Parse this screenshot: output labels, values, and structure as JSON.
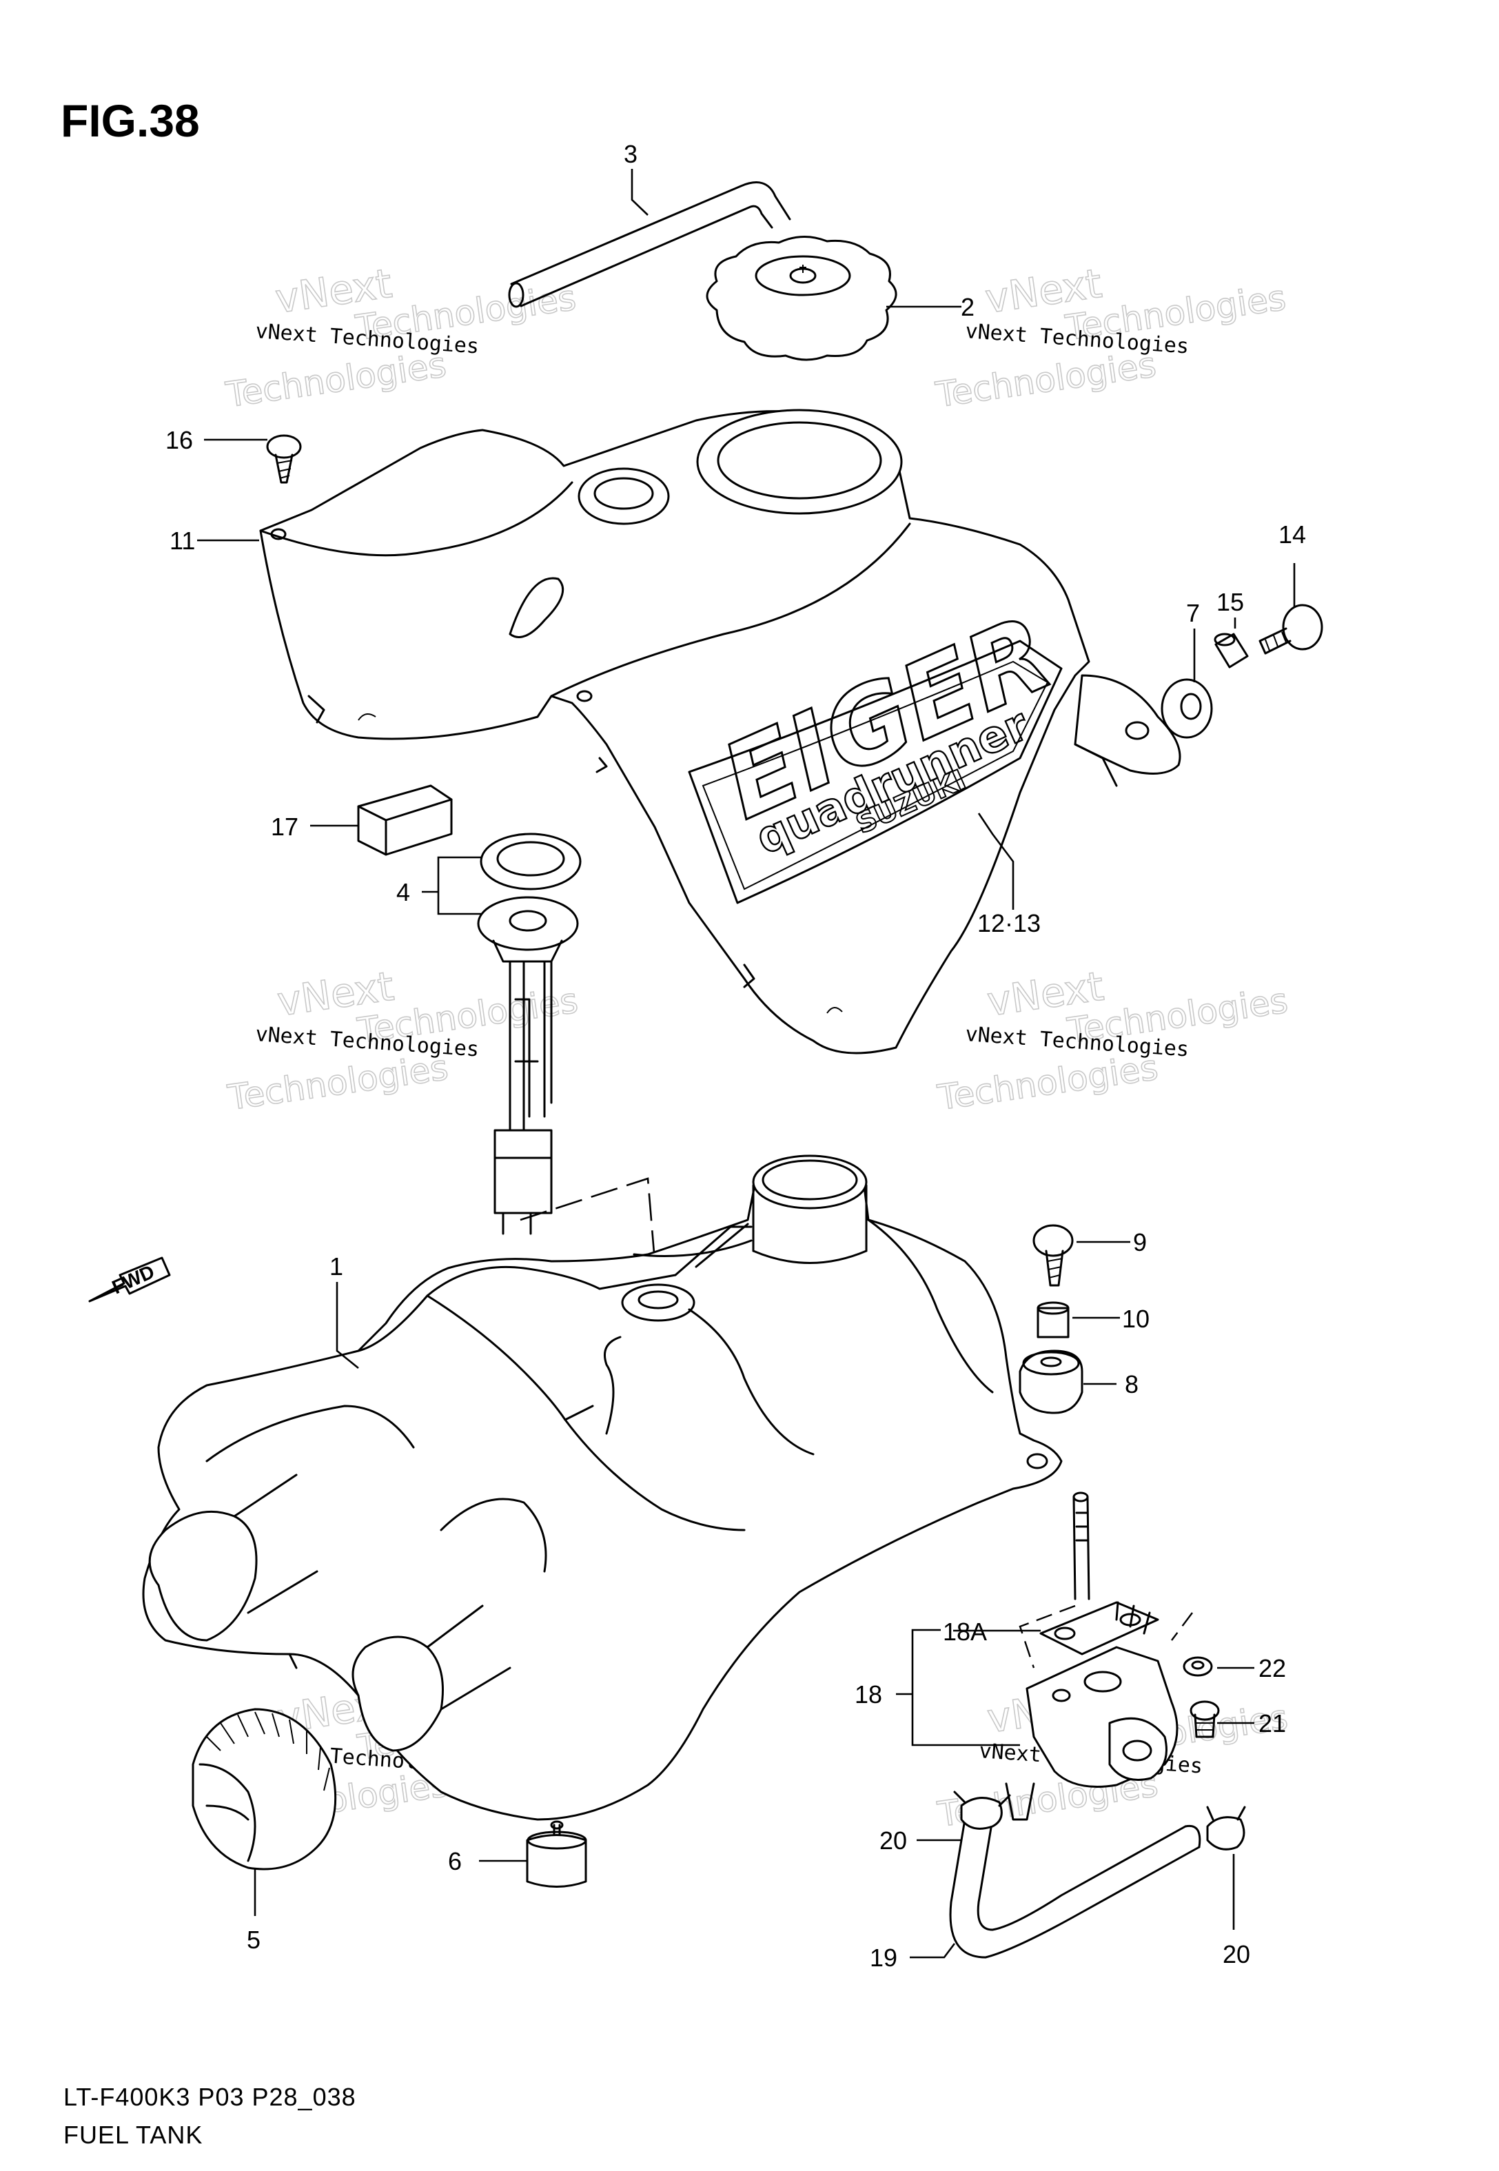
{
  "figure": {
    "title": "FIG.38",
    "code": "LT-F400K3 P03 P28_038",
    "name": "FUEL TANK"
  },
  "watermark": {
    "brand": "vNext",
    "company": "vNext Technologies",
    "word": "Technologies"
  },
  "fwd_label": "FWD",
  "tank_cover_logo": {
    "model": "EIGER",
    "series": "quadrunner",
    "brand": "SUZUKI"
  },
  "callouts": [
    {
      "id": "1",
      "text": "1"
    },
    {
      "id": "2",
      "text": "2"
    },
    {
      "id": "3",
      "text": "3"
    },
    {
      "id": "4",
      "text": "4"
    },
    {
      "id": "5",
      "text": "5"
    },
    {
      "id": "6",
      "text": "6"
    },
    {
      "id": "7",
      "text": "7"
    },
    {
      "id": "8",
      "text": "8"
    },
    {
      "id": "9",
      "text": "9"
    },
    {
      "id": "10",
      "text": "10"
    },
    {
      "id": "11",
      "text": "11"
    },
    {
      "id": "12-13",
      "text": "12·13"
    },
    {
      "id": "14",
      "text": "14"
    },
    {
      "id": "15",
      "text": "15"
    },
    {
      "id": "16",
      "text": "16"
    },
    {
      "id": "17",
      "text": "17"
    },
    {
      "id": "18",
      "text": "18"
    },
    {
      "id": "18A",
      "text": "18A"
    },
    {
      "id": "19",
      "text": "19"
    },
    {
      "id": "20a",
      "text": "20"
    },
    {
      "id": "20b",
      "text": "20"
    },
    {
      "id": "21",
      "text": "21"
    },
    {
      "id": "22",
      "text": "22"
    }
  ]
}
